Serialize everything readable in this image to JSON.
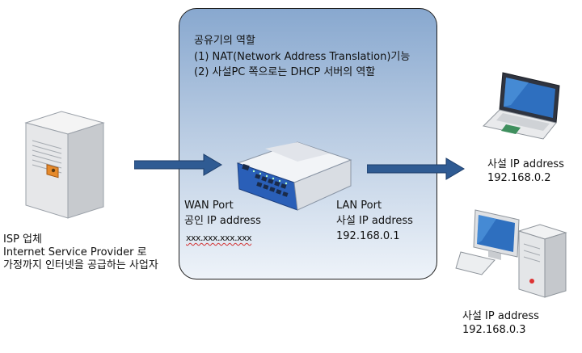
{
  "router": {
    "title": "공유기의 역할",
    "role1": "(1) NAT(Network Address Translation)기능",
    "role2": "(2) 사설PC 쪽으로는 DHCP 서버의 역할",
    "wan_label": "WAN Port",
    "wan_ip_label": "공인 IP address",
    "wan_ip_value": "xxx.xxx.xxx.xxx",
    "lan_label": "LAN Port",
    "lan_ip_label": "사설 IP address",
    "lan_ip_value": "192.168.0.1"
  },
  "isp": {
    "line1": "ISP 업체",
    "line2": "Internet Service Provider 로",
    "line3": "가정까지 인터넷을 공급하는 사업자"
  },
  "laptop": {
    "ip_label": "사설 IP address",
    "ip_value": "192.168.0.2"
  },
  "desktop": {
    "ip_label": "사설 IP address",
    "ip_value": "192.168.0.3"
  },
  "colors": {
    "arrow": "#2f5b93",
    "box_top": "#88a8cf",
    "box_bottom": "#eef3f9"
  },
  "icons": [
    "server-icon",
    "router-icon",
    "laptop-icon",
    "desktop-icon",
    "arrow-right-icon"
  ]
}
